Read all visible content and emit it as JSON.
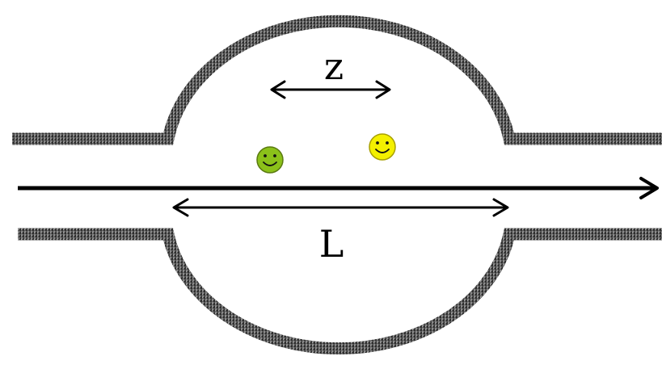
{
  "labels": {
    "z": "z",
    "length": "L"
  },
  "particles": [
    {
      "name": "green-smiley",
      "color": "#8bc11a"
    },
    {
      "name": "yellow-smiley",
      "color": "#f4f000"
    }
  ],
  "colors": {
    "wall": "#4a4a4a",
    "line": "#000000"
  }
}
